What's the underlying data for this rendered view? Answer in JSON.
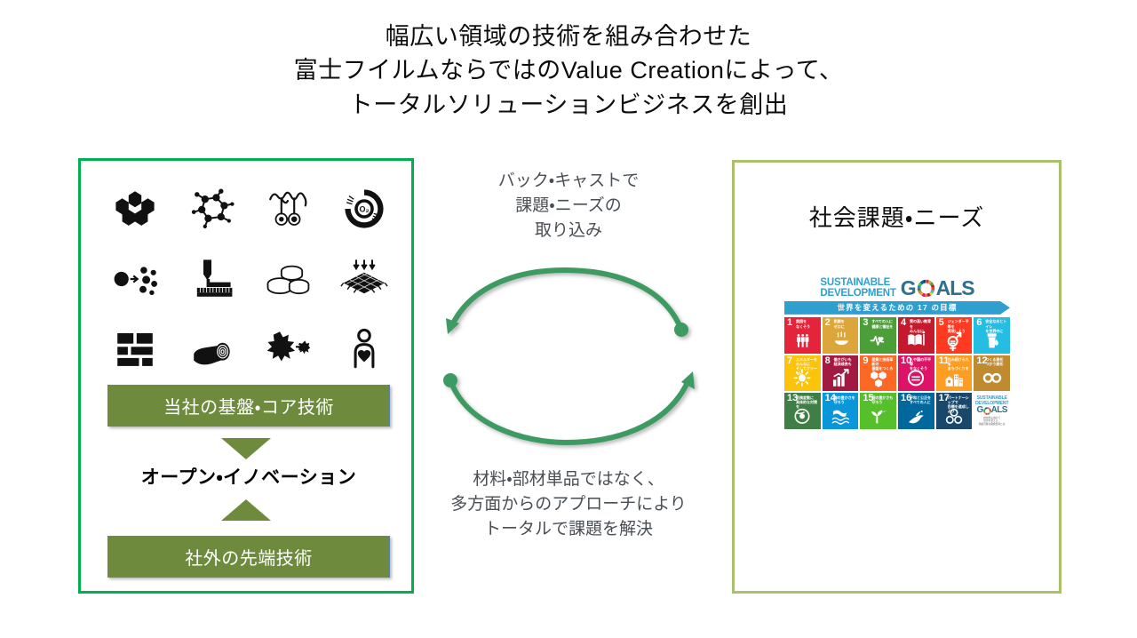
{
  "title": {
    "lines": [
      "幅広い領域の技術を組み合わせた",
      "富士フイルムならではのValue Creationによって、",
      "トータルソリューションビジネスを創出"
    ]
  },
  "colors": {
    "left_panel_border": "#00B04F",
    "right_panel_border": "#A9C16C",
    "green_box": "#6E8B3D",
    "arrow_green": "#3E9B62",
    "sdg_blue": "#2F9FD0"
  },
  "left_panel": {
    "icons": [
      {
        "name": "nanoparticle-hexagon-icon"
      },
      {
        "name": "molecular-structure-icon"
      },
      {
        "name": "polymer-chain-icon"
      },
      {
        "name": "oxygen-barrier-icon"
      },
      {
        "name": "particle-dispersion-icon"
      },
      {
        "name": "coating-process-icon"
      },
      {
        "name": "petri-dish-culture-icon"
      },
      {
        "name": "microarray-chip-icon"
      },
      {
        "name": "multilayer-film-icon"
      },
      {
        "name": "film-roll-icon"
      },
      {
        "name": "particle-size-reduction-icon"
      },
      {
        "name": "human-health-icon"
      }
    ],
    "core_tech_label": "当社の基盤・コア技術",
    "open_innovation_label": "オープン・イノベーション",
    "external_tech_label": "社外の先端技術"
  },
  "center": {
    "top_text_lines": [
      "バック・キャストで",
      "課題・ニーズの",
      "取り込み"
    ],
    "bottom_text_lines": [
      "材料・部材単品ではなく、",
      "多方面からのアプローチにより",
      "トータルで課題を解決"
    ],
    "arrow_top_name": "arrow-curved-left",
    "arrow_bottom_name": "arrow-curved-right"
  },
  "right_panel": {
    "title": "社会課題・ニーズ",
    "sdg_logo": {
      "line1": "SUSTAINABLE",
      "line2": "DEVELOPMENT",
      "goals_word": "GOALS",
      "banner": "世界を変えるための 17 の目標"
    },
    "sdg_goals": [
      {
        "num": "1",
        "label": "貧困を\nなくそう",
        "color": "#E5243B"
      },
      {
        "num": "2",
        "label": "飢餓を\nゼロに",
        "color": "#DDA63A"
      },
      {
        "num": "3",
        "label": "すべての人に\n健康と福祉を",
        "color": "#4C9F38"
      },
      {
        "num": "4",
        "label": "質の高い教育を\nみんなに",
        "color": "#C5192D"
      },
      {
        "num": "5",
        "label": "ジェンダー平等を\n実現しよう",
        "color": "#FF3A21"
      },
      {
        "num": "6",
        "label": "安全な水とトイレ\nを世界中に",
        "color": "#26BDE2"
      },
      {
        "num": "7",
        "label": "エネルギーをみんなに\nそしてクリーンに",
        "color": "#FCC30B"
      },
      {
        "num": "8",
        "label": "働きがいも\n経済成長も",
        "color": "#A21942"
      },
      {
        "num": "9",
        "label": "産業と技術革新の\n基盤をつくろう",
        "color": "#FD6925"
      },
      {
        "num": "10",
        "label": "人や国の不平等\nをなくそう",
        "color": "#DD1367"
      },
      {
        "num": "11",
        "label": "住み続けられる\nまちづくりを",
        "color": "#FD9D24"
      },
      {
        "num": "12",
        "label": "つくる責任\nつかう責任",
        "color": "#BF8B2E"
      },
      {
        "num": "13",
        "label": "気候変動に\n具体的な対策を",
        "color": "#3F7E44"
      },
      {
        "num": "14",
        "label": "海の豊かさを\n守ろう",
        "color": "#0A97D9"
      },
      {
        "num": "15",
        "label": "陸の豊かさも\n守ろう",
        "color": "#56C02B"
      },
      {
        "num": "16",
        "label": "平和と公正を\nすべての人に",
        "color": "#00689D"
      },
      {
        "num": "17",
        "label": "パートナーシップで\n目標を達成しよう",
        "color": "#19486A"
      }
    ],
    "sdg_logo_tile": {
      "line1": "SUSTAINABLE",
      "line2": "DEVELOPMENT",
      "goals_word": "GOALS",
      "footer": "2030年に向けて\n世界を変える、\n持続可能な開発目標とは"
    }
  }
}
